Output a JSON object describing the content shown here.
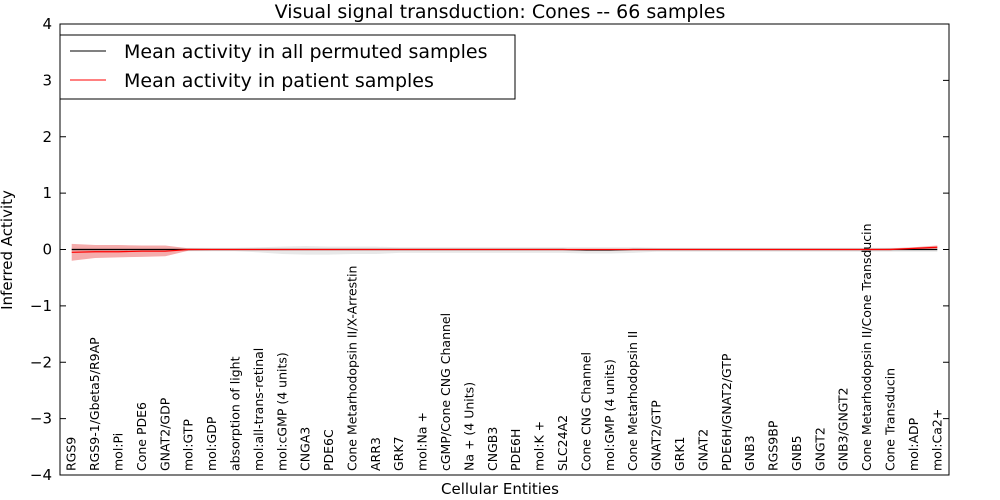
{
  "chart_data": {
    "type": "line",
    "title": "Visual signal transduction: Cones -- 66 samples",
    "xlabel": "Cellular Entities",
    "ylabel": "Inferred Activity",
    "ylim": [
      -4,
      4
    ],
    "yticks": [
      4,
      3,
      2,
      1,
      0,
      -1,
      -2,
      -3,
      -4
    ],
    "ytick_labels": [
      "4",
      "3",
      "2",
      "1",
      "0",
      "−1",
      "−2",
      "−3",
      "−4"
    ],
    "legend_position": "top-left",
    "grid": false,
    "categories": [
      "RGS9",
      "RGS9-1/Gbeta5/R9AP",
      "mol:Pi",
      "Cone PDE6",
      "GNAT2/GDP",
      "mol:GTP",
      "mol:GDP",
      "absorption of light",
      "mol:all-trans-retinal",
      "mol:cGMP (4 units)",
      "CNGA3",
      "PDE6C",
      "Cone Metarhodopsin II/X-Arrestin",
      "ARR3",
      "GRK7",
      "mol:Na +",
      "cGMP/Cone CNG Channel",
      "Na + (4 Units)",
      "CNGB3",
      "PDE6H",
      "mol:K +",
      "SLC24A2",
      "Cone CNG Channel",
      "mol:GMP (4 units)",
      "Cone Metarhodopsin II",
      "GNAT2/GTP",
      "GRK1",
      "GNAT2",
      "PDE6H/GNAT2/GTP",
      "GNB3",
      "RGS9BP",
      "GNB5",
      "GNGT2",
      "GNB3/GNGT2",
      "Cone Metarhodopsin II/Cone Transducin",
      "Cone Transducin",
      "mol:ADP",
      "mol:Ca2+"
    ],
    "series": [
      {
        "name": "Mean activity in all permuted samples",
        "color": "#000000",
        "values": [
          0,
          0,
          0,
          0,
          0,
          0,
          0,
          0,
          0,
          0,
          0,
          0,
          0,
          0,
          0,
          0,
          0,
          0,
          0,
          0,
          0,
          0,
          -0.01,
          -0.01,
          0,
          0,
          0,
          0,
          0,
          0,
          0,
          0,
          0,
          0,
          0,
          0,
          0,
          0
        ],
        "band_upper": [
          0.03,
          0.03,
          0.03,
          0.03,
          0.03,
          0.03,
          0.03,
          0.03,
          0.04,
          0.05,
          0.06,
          0.05,
          0.05,
          0.05,
          0.04,
          0.04,
          0.04,
          0.04,
          0.04,
          0.04,
          0.04,
          0.04,
          0.04,
          0.04,
          0.04,
          0.03,
          0.03,
          0.03,
          0.03,
          0.03,
          0.03,
          0.03,
          0.03,
          0.03,
          0.03,
          0.03,
          0.03,
          0.03
        ],
        "band_lower": [
          -0.03,
          -0.03,
          -0.03,
          -0.03,
          -0.03,
          -0.03,
          -0.03,
          -0.03,
          -0.05,
          -0.08,
          -0.09,
          -0.09,
          -0.08,
          -0.08,
          -0.06,
          -0.06,
          -0.06,
          -0.06,
          -0.06,
          -0.06,
          -0.06,
          -0.06,
          -0.07,
          -0.07,
          -0.06,
          -0.04,
          -0.04,
          -0.04,
          -0.04,
          -0.04,
          -0.04,
          -0.04,
          -0.04,
          -0.04,
          -0.04,
          -0.04,
          -0.04,
          -0.04
        ],
        "band_color": "#cccccc"
      },
      {
        "name": "Mean activity in patient samples",
        "color": "#ff0000",
        "values": [
          -0.05,
          -0.04,
          -0.04,
          -0.03,
          -0.03,
          0,
          0,
          0,
          0,
          0,
          0,
          0,
          0,
          0,
          0,
          0,
          0,
          0,
          0,
          0,
          0,
          0,
          0,
          0,
          0,
          0,
          0,
          0,
          0,
          0,
          0,
          0,
          0,
          0,
          0,
          0,
          0.02,
          0.04
        ],
        "band_upper": [
          0.1,
          0.08,
          0.08,
          0.07,
          0.07,
          0.02,
          0.01,
          0.01,
          0.01,
          0.01,
          0.01,
          0.01,
          0.01,
          0.01,
          0.01,
          0.01,
          0.01,
          0.01,
          0.01,
          0.01,
          0.01,
          0.01,
          0.01,
          0.01,
          0.01,
          0.01,
          0.01,
          0.01,
          0.01,
          0.01,
          0.01,
          0.01,
          0.01,
          0.01,
          0.01,
          0.02,
          0.04,
          0.07
        ],
        "band_lower": [
          -0.2,
          -0.15,
          -0.14,
          -0.13,
          -0.12,
          -0.02,
          -0.01,
          -0.01,
          -0.01,
          -0.01,
          -0.01,
          -0.01,
          -0.01,
          -0.01,
          -0.01,
          -0.01,
          -0.01,
          -0.01,
          -0.01,
          -0.01,
          -0.01,
          -0.01,
          -0.01,
          -0.01,
          -0.01,
          -0.01,
          -0.01,
          -0.01,
          -0.01,
          -0.01,
          -0.01,
          -0.01,
          -0.01,
          -0.01,
          -0.01,
          -0.01,
          0,
          0.01
        ],
        "band_color": "#f08080"
      }
    ]
  }
}
